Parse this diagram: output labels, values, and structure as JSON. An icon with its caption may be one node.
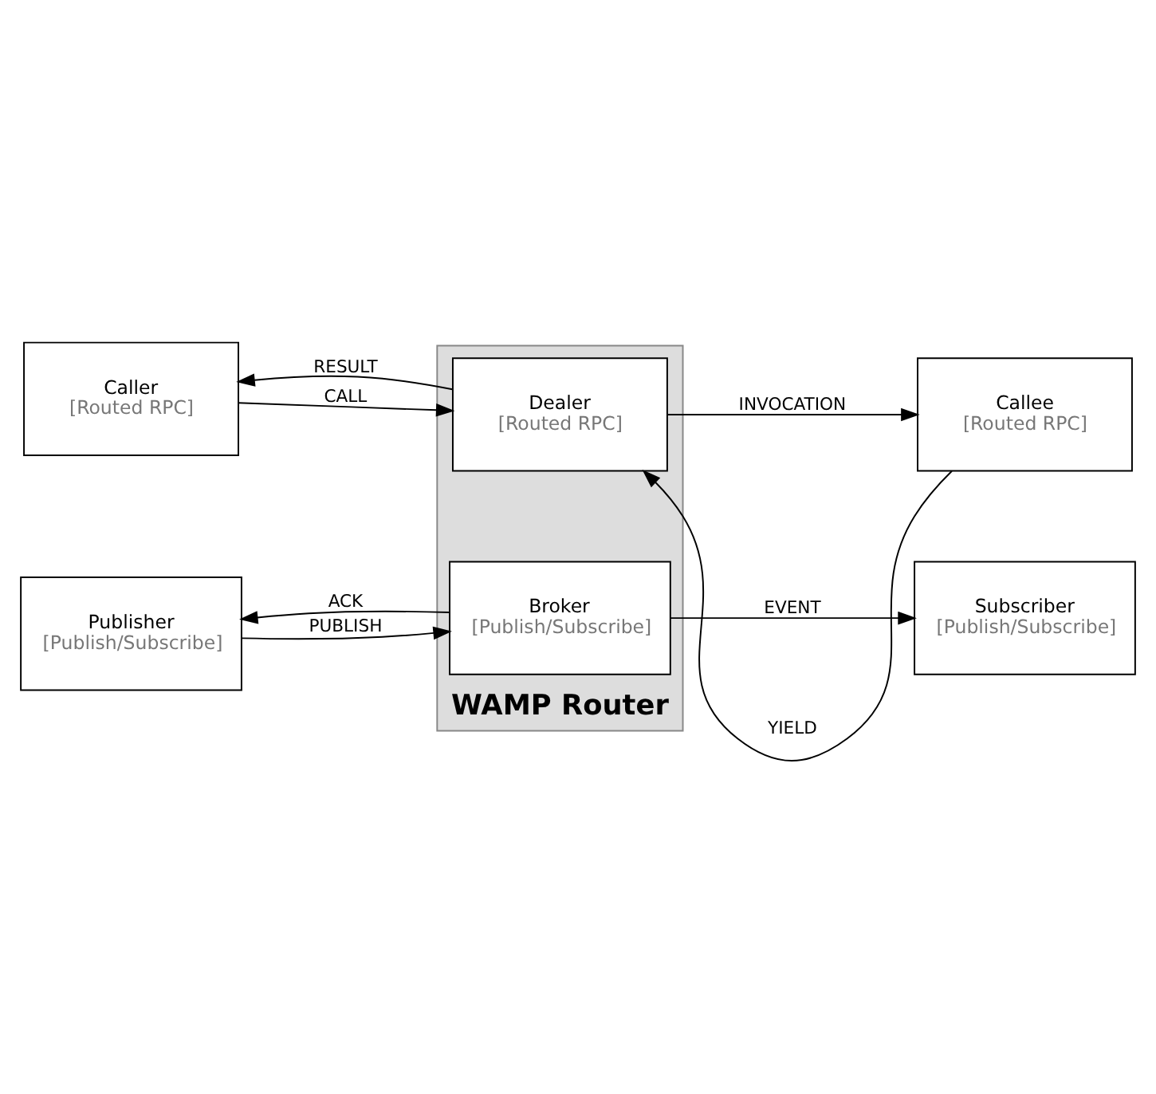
{
  "diagram": {
    "nodes": [
      {
        "text": [
          "WAMP Router"
        ]
      },
      {
        "text": [
          "Dealer",
          "[Routed RPC]"
        ],
        "in": 0
      },
      {
        "text": [
          "Caller",
          "[Routed RPC]"
        ]
      },
      {
        "text": [
          "Callee",
          "[Routed RPC]"
        ]
      },
      {
        "text": [
          "Publisher",
          "[Publish/Subscribe]"
        ]
      },
      {
        "text": [
          "Subscriber",
          "[Publish/Subscribe]"
        ]
      },
      {
        "text": [
          "Broker",
          "[Publish/Subscribe]"
        ],
        "in": 0
      }
    ],
    "edges": [
      {
        "from": 2,
        "to": 1,
        "arrow": "to",
        "label": "CALL"
      },
      {
        "from": 1,
        "to": 2,
        "arrow": "to",
        "label": "RESULT"
      },
      {
        "from": 1,
        "to": 3,
        "arrow": "to",
        "label": "INVOCATION"
      },
      {
        "from": 3,
        "to": 1,
        "arrow": "to",
        "label": "YIELD"
      },
      {
        "from": 6,
        "to": 4,
        "arrow": "to",
        "label": "ACK"
      },
      {
        "from": 4,
        "to": 6,
        "arrow": "to",
        "label": "PUBLISH"
      },
      {
        "from": 6,
        "to": 5,
        "arrow": "to",
        "label": "EVENT"
      }
    ]
  }
}
